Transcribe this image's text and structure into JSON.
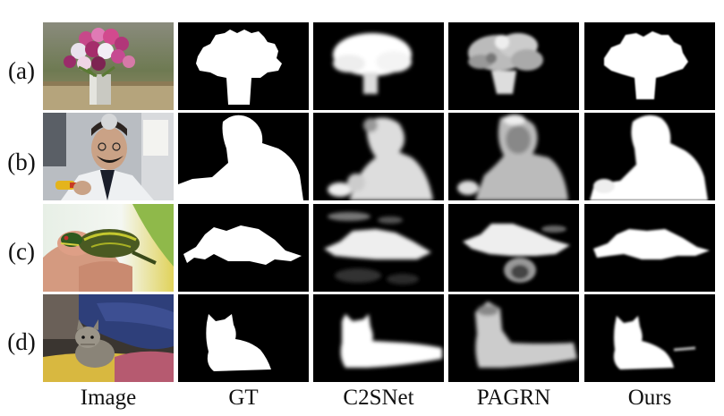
{
  "rows": [
    {
      "label": "(a)",
      "subject": "flower-vase"
    },
    {
      "label": "(b)",
      "subject": "man-with-mustache"
    },
    {
      "label": "(c)",
      "subject": "turtle-in-hand"
    },
    {
      "label": "(d)",
      "subject": "kitten-under-pillow"
    }
  ],
  "columns": [
    {
      "label": "Image"
    },
    {
      "label": "GT"
    },
    {
      "label": "C2SNet"
    },
    {
      "label": "PAGRN"
    },
    {
      "label": "Ours"
    }
  ],
  "colors": {
    "background": "#ffffff",
    "mask_background": "#000000",
    "mask_foreground": "#ffffff"
  }
}
